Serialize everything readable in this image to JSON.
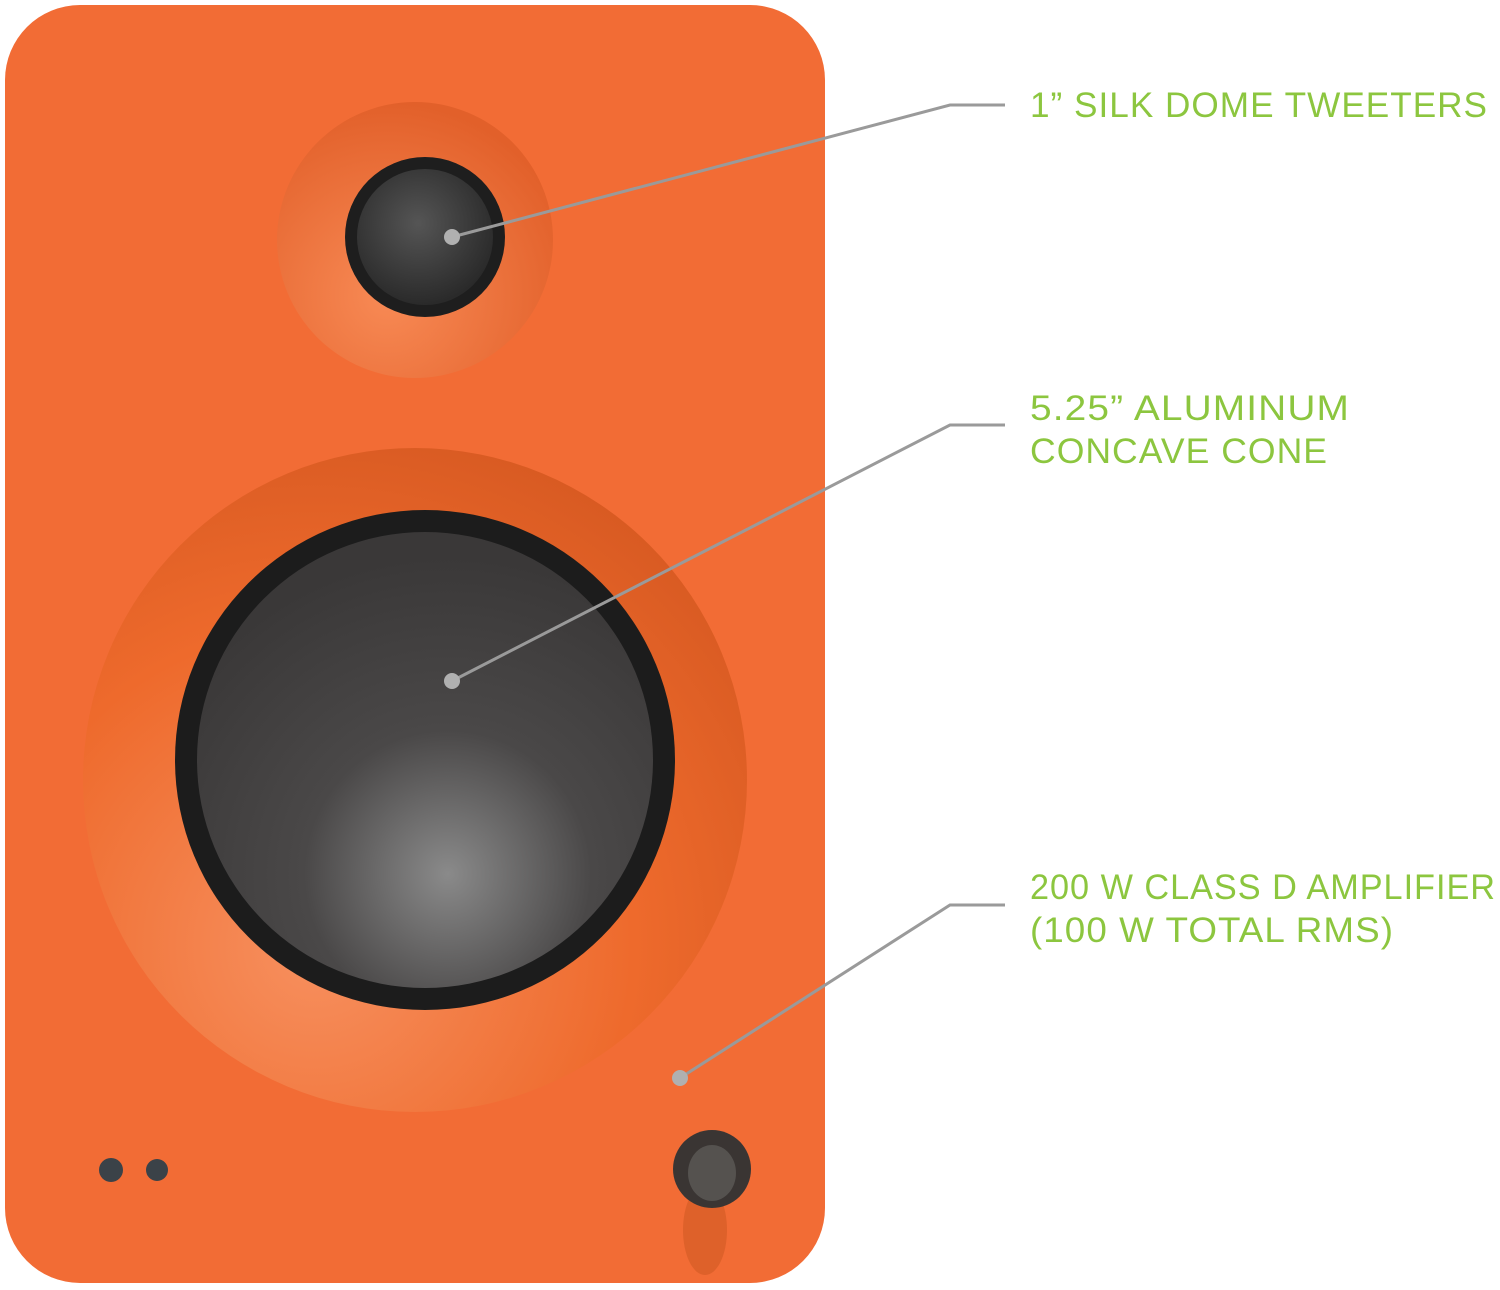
{
  "callouts": [
    {
      "lines": [
        "1” SILK DOME TWEETERS"
      ],
      "target": "tweeter"
    },
    {
      "lines": [
        "5.25” ALUMINUM",
        "CONCAVE CONE"
      ],
      "target": "woofer"
    },
    {
      "lines": [
        "200 W CLASS D AMPLIFIER",
        "(100 W TOTAL RMS)"
      ],
      "target": "amplifier"
    }
  ],
  "colors": {
    "cabinet": "#f26c35",
    "label_text": "#8cc63f",
    "leader_line": "#9a9a9a",
    "driver": "#3a3a3a"
  },
  "icons": [
    "power-volume-knob-icon",
    "input-jack-icon",
    "led-indicator-icon"
  ]
}
